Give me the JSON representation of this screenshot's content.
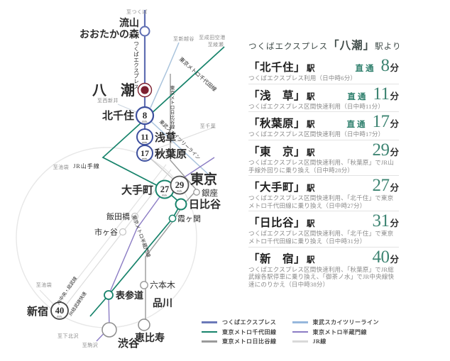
{
  "heading": {
    "prefix": "つくばエクスプレス",
    "station": "「八潮」",
    "suffix": "駅より"
  },
  "routes": [
    {
      "name": "「北千住」",
      "eki": "駅",
      "direct": "直通",
      "minutes": "8",
      "unit": "分",
      "note": "つくばエクスプレス利用（日中時6分）"
    },
    {
      "name": "「浅　草」",
      "eki": "駅",
      "direct": "直通",
      "minutes": "11",
      "unit": "分",
      "note": "つくばエクスプレス区間快速利用（日中時11分）"
    },
    {
      "name": "「秋葉原」",
      "eki": "駅",
      "direct": "直通",
      "minutes": "17",
      "unit": "分",
      "note": "つくばエクスプレス区間快速利用（日中時17分）"
    },
    {
      "name": "「東　京」",
      "eki": "駅",
      "direct": "",
      "minutes": "29",
      "unit": "分",
      "note": "つくばエクスプレス区間快速利用、「秋葉原」でJR山手線外回りに乗り換え（日中時28分）"
    },
    {
      "name": "「大手町」",
      "eki": "駅",
      "direct": "",
      "minutes": "27",
      "unit": "分",
      "note": "つくばエクスプレス区間快速利用、「北千住」で東京メトロ千代田線に乗り換え（日中時27分）"
    },
    {
      "name": "「日比谷」",
      "eki": "駅",
      "direct": "",
      "minutes": "31",
      "unit": "分",
      "note": "つくばエクスプレス区間快速利用、「北千住」で東京メトロ千代田線に乗り換え（日中時31分）"
    },
    {
      "name": "「新　宿」",
      "eki": "駅",
      "direct": "",
      "minutes": "40",
      "unit": "分",
      "note": "つくばエクスプレス区間快速利用、「秋葉原」でJR総武線各駅停車に乗り換え、「御茶ノ水」でJR中央線快速にのりかえ（日中時38分）"
    }
  ],
  "legend": {
    "col1": [
      {
        "label": "つくばエクスプレス",
        "color": "#6b79b8"
      },
      {
        "label": "東京メトロ千代田線",
        "color": "#17836b"
      },
      {
        "label": "東京メトロ日比谷線",
        "color": "#9a9a9a"
      }
    ],
    "col2": [
      {
        "label": "東武スカイツリーライン",
        "color": "#96b7dc"
      },
      {
        "label": "東京メトロ半蔵門線",
        "color": "#8b7cc4"
      },
      {
        "label": "JR線",
        "color": "#d9d9d9"
      }
    ]
  },
  "map": {
    "line_labels": {
      "tx": "つくばエクスプレス",
      "chiyoda": "東京メトロ千代田線",
      "hibiya": "東京メトロ日比谷線",
      "tobu": "東武スカイツリーライン",
      "hanzomon": "東京メトロ半蔵門線",
      "yamanote": "JR山手線",
      "chuo_sobu": "JR中央・総武線",
      "sobu_rapid": "JR総武線快速"
    },
    "directions": {
      "tsukuba": "至つくば",
      "shinkoshigaya": "至新越谷",
      "narita": "至成田空港",
      "ayase": "至綾瀬",
      "nishiarai": "至西新井",
      "chiba": "至千葉",
      "ikebukuro_arc": "至池袋",
      "ikebukuro_shinjuku": "至池袋",
      "shimokitazawa": "至下北沢",
      "komazawa": "至駒沢"
    },
    "stations": {
      "nagareyama_l1": "流山",
      "nagareyama_l2": "おおたかの森",
      "yashio": "八　潮",
      "kitasenju": "北千住",
      "asakusa": "浅草",
      "akihabara": "秋葉原",
      "tokyo": "東京",
      "otemachi": "大手町",
      "ginza": "銀座",
      "hibiya": "日比谷",
      "kasumigaseki": "霞ヶ関",
      "iidabashi": "飯田橋",
      "ichigaya": "市ヶ谷",
      "omotesando": "表参道",
      "roppongi": "六本木",
      "shinagawa": "品川",
      "shinjuku": "新宿",
      "shibuya": "渋谷",
      "ebisu": "恵比寿"
    },
    "badges": {
      "kitasenju": "8",
      "asakusa": "11",
      "akihabara": "17",
      "otemachi": "27",
      "tokyo": "29",
      "shinjuku": "40",
      "min_label": "min."
    }
  },
  "colors": {
    "tx_blue": "#6b79b8",
    "chiyoda_teal": "#17836b",
    "hibiya_gray": "#9a9a9a",
    "tobu_lightblue": "#96b7dc",
    "hanzomon_purple": "#8b7cc4",
    "jr_lightgray": "#d9d9d9",
    "yashio_maroon": "#7d2030",
    "time_teal": "#3d8472"
  }
}
